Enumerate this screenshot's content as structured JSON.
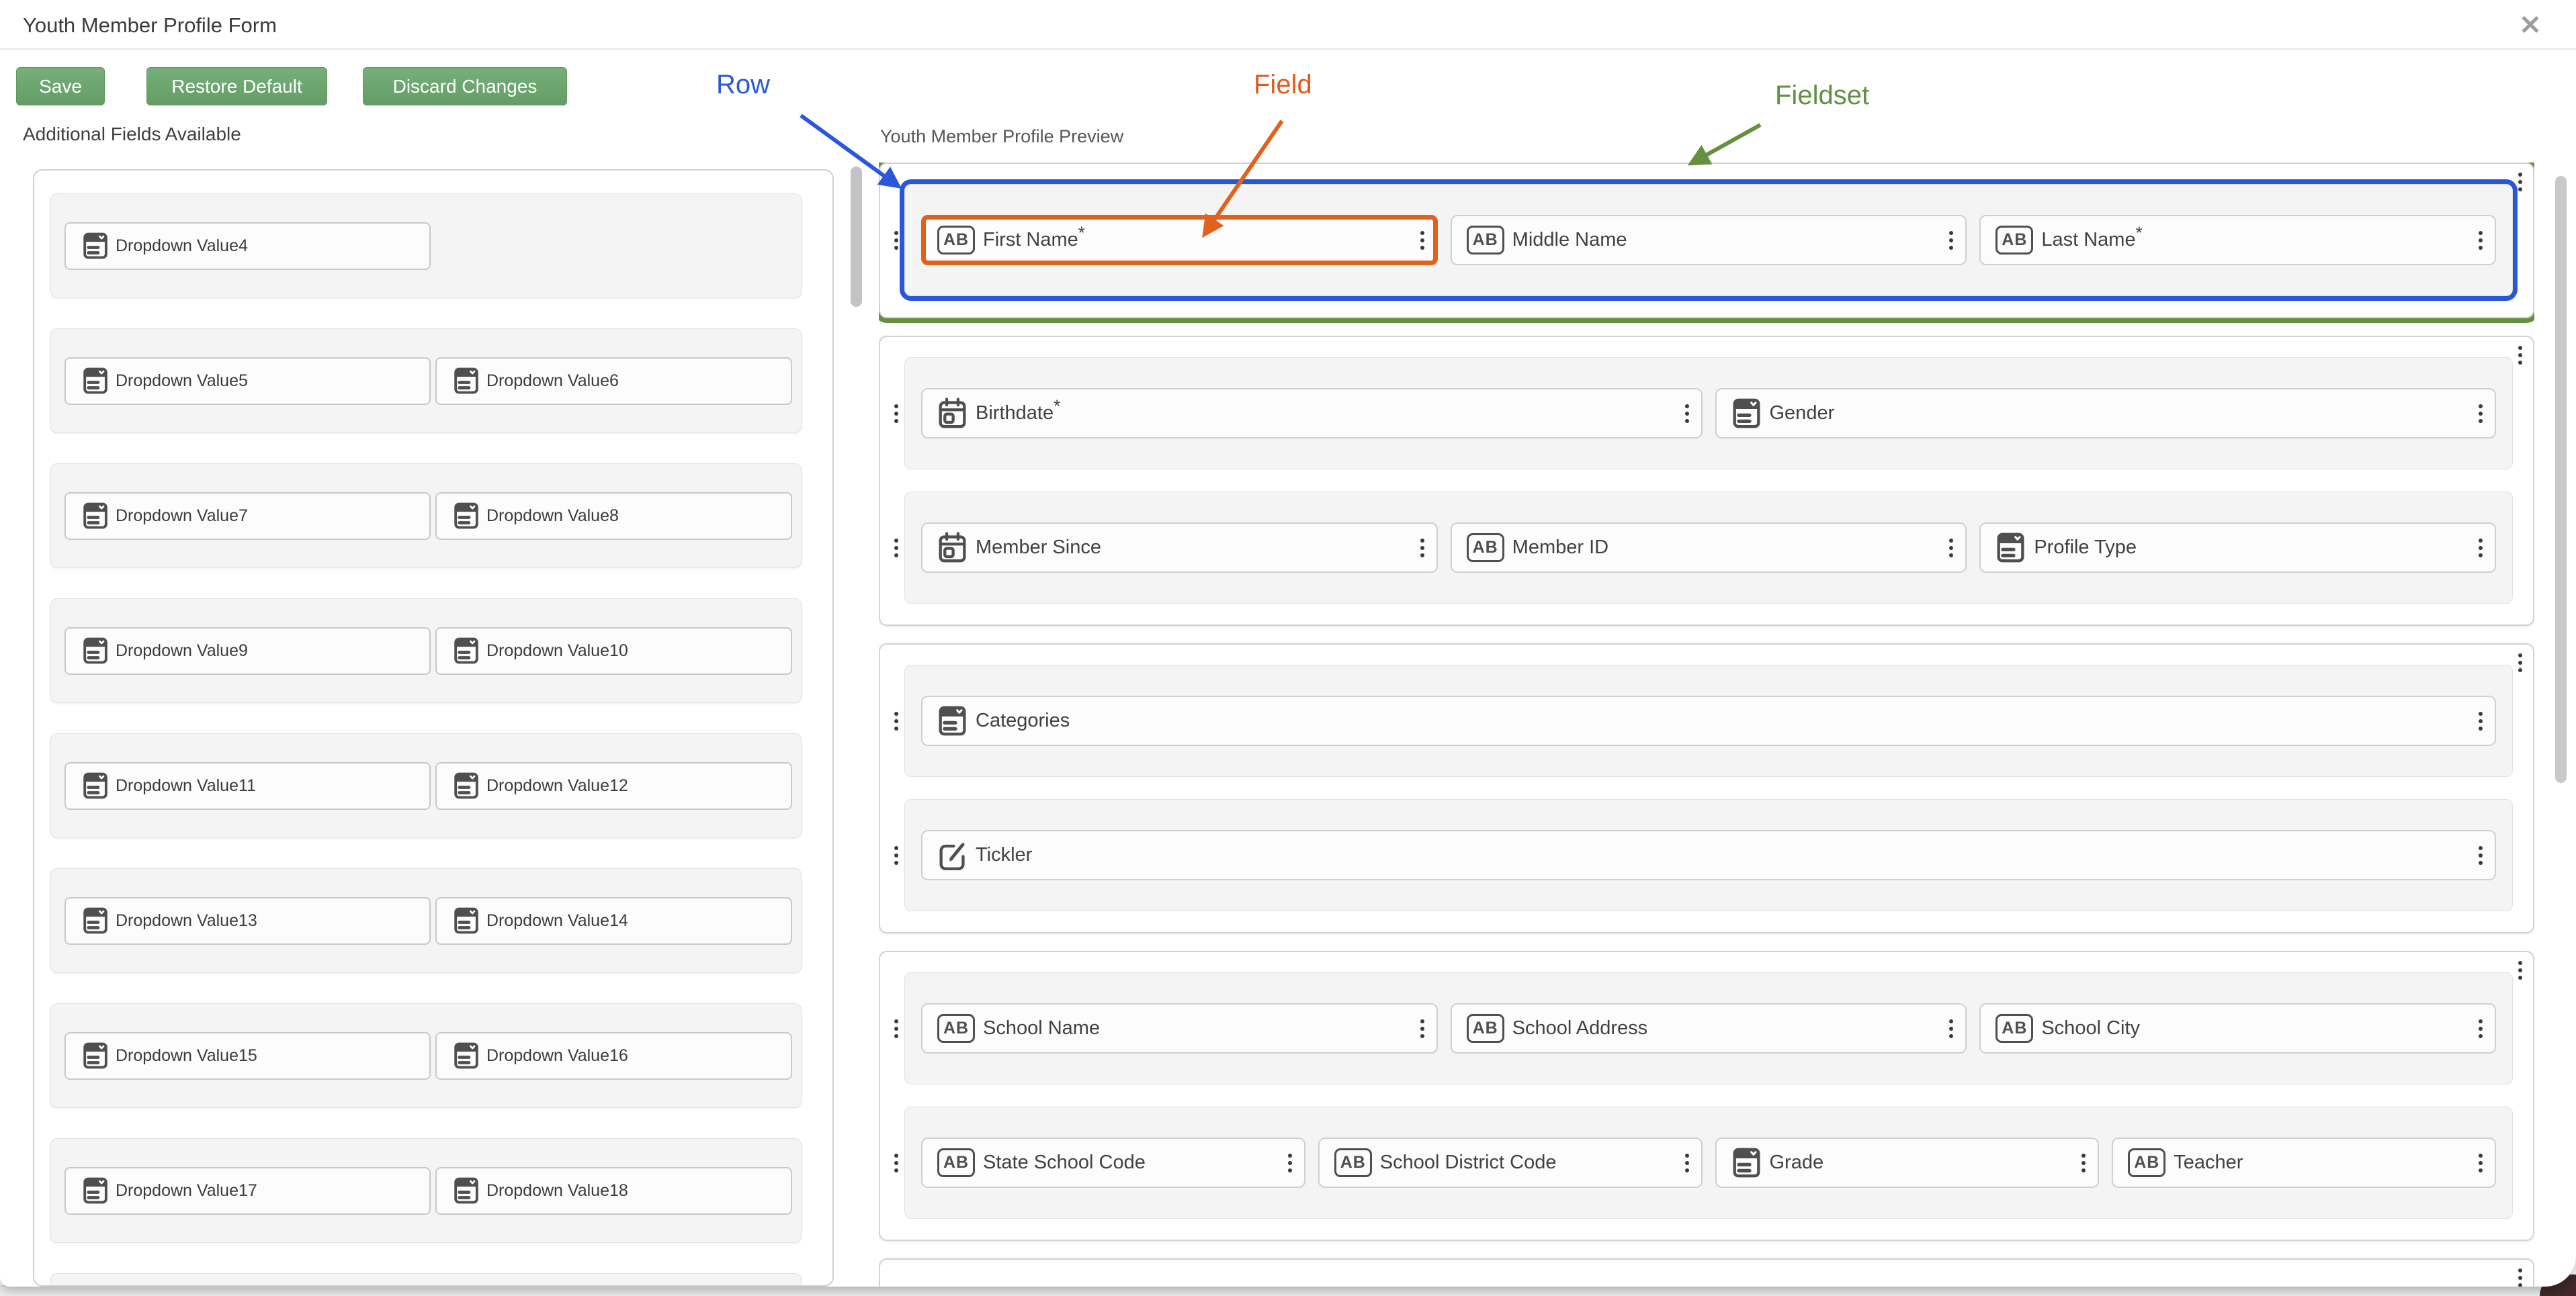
{
  "window": {
    "title": "Youth Member Profile Form",
    "close_icon": "✕"
  },
  "toolbar": {
    "save_label": "Save",
    "restore_label": "Restore Default",
    "discard_label": "Discard Changes",
    "button_color": "#6aa46c"
  },
  "left_panel": {
    "heading": "Additional Fields Available",
    "groups": [
      {
        "items": [
          {
            "label": "Dropdown Value4"
          }
        ]
      },
      {
        "items": [
          {
            "label": "Dropdown Value5"
          },
          {
            "label": "Dropdown Value6"
          }
        ]
      },
      {
        "items": [
          {
            "label": "Dropdown Value7"
          },
          {
            "label": "Dropdown Value8"
          }
        ]
      },
      {
        "items": [
          {
            "label": "Dropdown Value9"
          },
          {
            "label": "Dropdown Value10"
          }
        ]
      },
      {
        "items": [
          {
            "label": "Dropdown Value11"
          },
          {
            "label": "Dropdown Value12"
          }
        ]
      },
      {
        "items": [
          {
            "label": "Dropdown Value13"
          },
          {
            "label": "Dropdown Value14"
          }
        ]
      },
      {
        "items": [
          {
            "label": "Dropdown Value15"
          },
          {
            "label": "Dropdown Value16"
          }
        ]
      },
      {
        "items": [
          {
            "label": "Dropdown Value17"
          },
          {
            "label": "Dropdown Value18"
          }
        ]
      },
      {
        "items": []
      }
    ]
  },
  "preview": {
    "heading": "Youth Member Profile Preview",
    "fieldsets": [
      {
        "rows": [
          {
            "fields": [
              {
                "label": "First Name",
                "required": "*",
                "icon": "text"
              },
              {
                "label": "Middle Name",
                "icon": "text"
              },
              {
                "label": "Last Name",
                "required": "*",
                "icon": "text"
              }
            ]
          }
        ]
      },
      {
        "rows": [
          {
            "fields": [
              {
                "label": "Birthdate",
                "required": "*",
                "icon": "date"
              },
              {
                "label": "Gender",
                "icon": "dropdown"
              }
            ]
          },
          {
            "fields": [
              {
                "label": "Member Since",
                "icon": "date"
              },
              {
                "label": "Member ID",
                "icon": "text"
              },
              {
                "label": "Profile Type",
                "icon": "dropdown"
              }
            ]
          }
        ]
      },
      {
        "rows": [
          {
            "fields": [
              {
                "label": "Categories",
                "icon": "dropdown"
              }
            ]
          },
          {
            "fields": [
              {
                "label": "Tickler",
                "icon": "edit"
              }
            ]
          }
        ]
      },
      {
        "rows": [
          {
            "fields": [
              {
                "label": "School Name",
                "icon": "text"
              },
              {
                "label": "School Address",
                "icon": "text"
              },
              {
                "label": "School City",
                "icon": "text"
              }
            ]
          },
          {
            "fields": [
              {
                "label": "State School Code",
                "icon": "text"
              },
              {
                "label": "School District Code",
                "icon": "text"
              },
              {
                "label": "Grade",
                "icon": "dropdown"
              },
              {
                "label": "Teacher",
                "icon": "text"
              }
            ]
          }
        ]
      },
      {
        "rows": []
      }
    ]
  },
  "annotations": {
    "row_label": "Row",
    "field_label": "Field",
    "fieldset_label": "Fieldset",
    "colors": {
      "row": "#2b57dd",
      "field": "#e2611c",
      "fieldset": "#65903d"
    }
  },
  "icons": {
    "ab_text": "AB"
  }
}
